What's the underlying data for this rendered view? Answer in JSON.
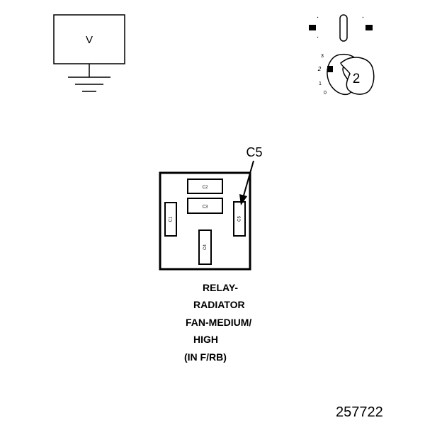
{
  "voltmeter": {
    "symbol": "V"
  },
  "ignition_switch": {
    "positions": [
      "3",
      "2",
      "1",
      "0"
    ],
    "selected": "2"
  },
  "relay": {
    "pointer_label": "C5",
    "cavities": [
      "C1",
      "C2",
      "C3",
      "C4",
      "C5"
    ],
    "caption_lines": [
      "RELAY-",
      "RADIATOR",
      "FAN-MEDIUM/",
      "HIGH",
      "(IN F/RB)"
    ]
  },
  "figure_number": "257722",
  "colors": {
    "ink": "#000000",
    "background": "#ffffff"
  }
}
